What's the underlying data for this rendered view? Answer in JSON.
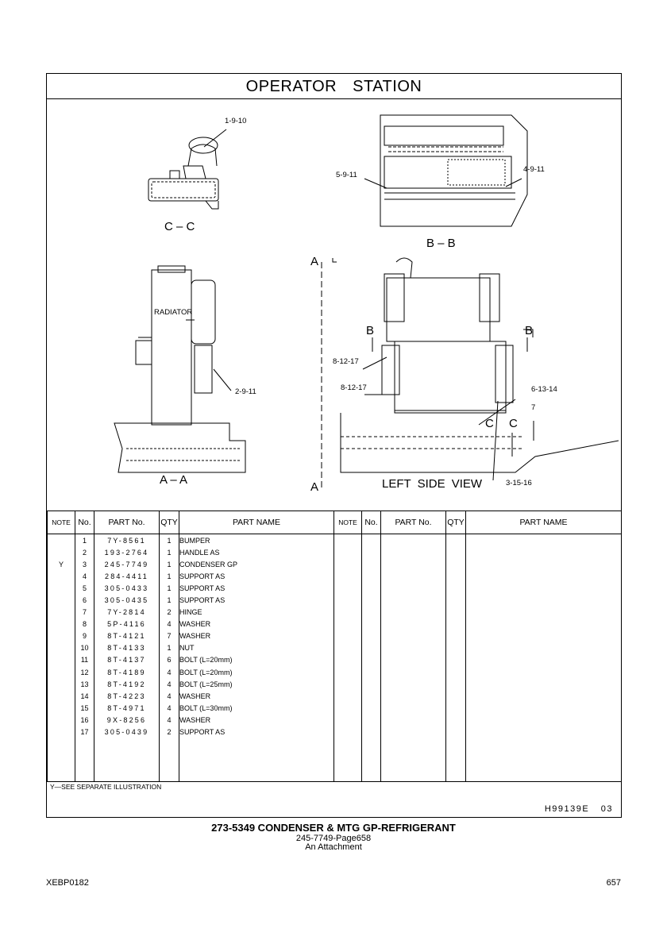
{
  "title": "OPERATOR STATION",
  "callouts": {
    "c1": "1-9-10",
    "c2": "5-9-11",
    "c3": "4-9-11",
    "c4": "RADIATOR",
    "c5": "2-9-11",
    "c6": "8-12-17",
    "c7": "8-12-17",
    "c8": "6-13-14",
    "c9": "7",
    "c10": "3-15-16"
  },
  "sections": {
    "cc": "C – C",
    "bb": "B – B",
    "aa": "A – A",
    "a_top": "A",
    "a_bottom": "A",
    "b_left": "B",
    "b_right": "B",
    "c_left": "C",
    "c_right": "C"
  },
  "views": {
    "left_side": "LEFT SIDE VIEW"
  },
  "table": {
    "headers": {
      "note": "NOTE",
      "no": "No.",
      "part_no": "PART No.",
      "qty": "QTY",
      "part_name": "PART NAME"
    },
    "rows": [
      {
        "note": "",
        "no": "1",
        "part_no": "7Y-8561",
        "qty": "1",
        "name": "BUMPER"
      },
      {
        "note": "",
        "no": "2",
        "part_no": "193-2764",
        "qty": "1",
        "name": "HANDLE AS"
      },
      {
        "note": "Y",
        "no": "3",
        "part_no": "245-7749",
        "qty": "1",
        "name": "CONDENSER GP"
      },
      {
        "note": "",
        "no": "4",
        "part_no": "284-4411",
        "qty": "1",
        "name": "SUPPORT AS"
      },
      {
        "note": "",
        "no": "5",
        "part_no": "305-0433",
        "qty": "1",
        "name": "SUPPORT AS"
      },
      {
        "note": "",
        "no": "6",
        "part_no": "305-0435",
        "qty": "1",
        "name": "SUPPORT AS"
      },
      {
        "note": "",
        "no": "7",
        "part_no": "7Y-2814",
        "qty": "2",
        "name": "HINGE"
      },
      {
        "note": "",
        "no": "8",
        "part_no": "5P-4116",
        "qty": "4",
        "name": "WASHER"
      },
      {
        "note": "",
        "no": "9",
        "part_no": "8T-4121",
        "qty": "7",
        "name": "WASHER"
      },
      {
        "note": "",
        "no": "10",
        "part_no": "8T-4133",
        "qty": "1",
        "name": "NUT"
      },
      {
        "note": "",
        "no": "11",
        "part_no": "8T-4137",
        "qty": "6",
        "name": "BOLT (L=20mm)"
      },
      {
        "note": "",
        "no": "12",
        "part_no": "8T-4189",
        "qty": "4",
        "name": "BOLT (L=20mm)"
      },
      {
        "note": "",
        "no": "13",
        "part_no": "8T-4192",
        "qty": "4",
        "name": "BOLT (L=25mm)"
      },
      {
        "note": "",
        "no": "14",
        "part_no": "8T-4223",
        "qty": "4",
        "name": "WASHER"
      },
      {
        "note": "",
        "no": "15",
        "part_no": "8T-4971",
        "qty": "4",
        "name": "BOLT (L=30mm)"
      },
      {
        "note": "",
        "no": "16",
        "part_no": "9X-8256",
        "qty": "4",
        "name": "WASHER"
      },
      {
        "note": "",
        "no": "17",
        "part_no": "305-0439",
        "qty": "2",
        "name": "SUPPORT AS"
      }
    ]
  },
  "footnote": "Y—SEE SEPARATE ILLUSTRATION",
  "doc_id": "H99139E 03",
  "caption": {
    "line1": "273-5349 CONDENSER & MTG GP-REFRIGERANT",
    "line2": "245-7749-Page658",
    "line3": "An Attachment"
  },
  "page": {
    "left": "XEBP0182",
    "right": "657"
  }
}
